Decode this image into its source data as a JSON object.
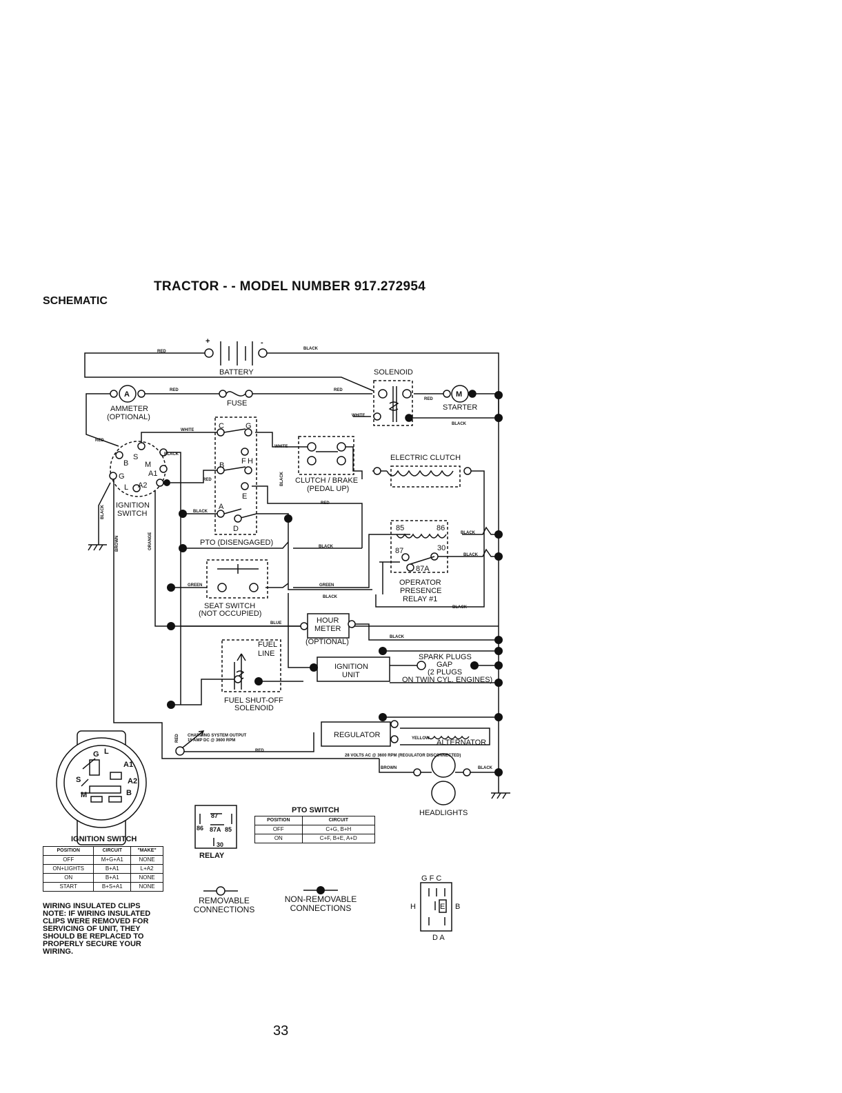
{
  "header": {
    "title": "TRACTOR - - MODEL NUMBER 917.272954",
    "subtitle": "SCHEMATIC"
  },
  "page_number": "33",
  "components": {
    "battery": "BATTERY",
    "battery_plus": "+",
    "battery_minus": "-",
    "solenoid": "SOLENOID",
    "ammeter": "AMMETER",
    "ammeter_opt": "(OPTIONAL)",
    "ammeter_symbol": "A",
    "fuse": "FUSE",
    "starter": "STARTER",
    "starter_symbol": "M",
    "ignition_switch": "IGNITION",
    "ignition_switch2": "SWITCH",
    "electric_clutch": "ELECTRIC CLUTCH",
    "clutch_brake": "CLUTCH / BRAKE",
    "clutch_brake2": "(PEDAL UP)",
    "pto": "PTO (DISENGAGED)",
    "relay": "OPERATOR",
    "relay2": "PRESENCE",
    "relay3": "RELAY #1",
    "seat_switch": "SEAT SWITCH",
    "seat_switch2": "(NOT OCCUPIED)",
    "hour_meter": "HOUR",
    "hour_meter2": "METER",
    "hour_meter_opt": "(OPTIONAL)",
    "fuel_line": "FUEL",
    "fuel_line2": "LINE",
    "fuel_solenoid": "FUEL SHUT-OFF",
    "fuel_solenoid2": "SOLENOID",
    "ignition_unit": "IGNITION",
    "ignition_unit2": "UNIT",
    "spark_plugs": "SPARK PLUGS",
    "spark_plugs2": "GAP",
    "spark_plugs3": "(2 PLUGS",
    "spark_plugs4": "ON TWIN CYL. ENGINES)",
    "regulator": "REGULATOR",
    "alternator": "ALTERNATOR",
    "headlights": "HEADLIGHTS",
    "charging_note": "CHARGING SYSTEM OUTPUT",
    "charging_note2": "15 AMP DC @ 3600 RPM",
    "alt_note": "28 VOLTS AC @ 3600 RPM (REGULATOR DISCONNECTED)"
  },
  "terminals": {
    "ign": [
      "S",
      "B",
      "M",
      "G",
      "A1",
      "L",
      "A2"
    ],
    "pto": [
      "C",
      "G",
      "F",
      "H",
      "B",
      "E",
      "A",
      "D"
    ],
    "relay": [
      "85",
      "86",
      "87",
      "30",
      "87A"
    ]
  },
  "wires": {
    "red": "RED",
    "black": "BLACK",
    "white": "WHITE",
    "green": "GREEN",
    "blue": "BLUE",
    "brown": "BROWN",
    "orange": "ORANGE",
    "yellow": "YELLOW"
  },
  "ignition_table": {
    "caption": "IGNITION SWITCH",
    "headers": [
      "POSITION",
      "CIRCUIT",
      "\"MAKE\""
    ],
    "rows": [
      [
        "OFF",
        "M+G+A1",
        "NONE"
      ],
      [
        "ON+LIGHTS",
        "B+A1",
        "L+A2"
      ],
      [
        "ON",
        "B+A1",
        "NONE"
      ],
      [
        "START",
        "B+S+A1",
        "NONE"
      ]
    ]
  },
  "pto_table": {
    "caption": "PTO SWITCH",
    "headers": [
      "POSITION",
      "CIRCUIT"
    ],
    "rows": [
      [
        "OFF",
        "C+G, B+H"
      ],
      [
        "ON",
        "C+F, B+E, A+D"
      ]
    ]
  },
  "relay_legend": {
    "label": "RELAY",
    "pins": [
      "87",
      "87A",
      "86",
      "85",
      "30"
    ]
  },
  "legend": {
    "removable": "REMOVABLE",
    "removable2": "CONNECTIONS",
    "nonremovable": "NON-REMOVABLE",
    "nonremovable2": "CONNECTIONS"
  },
  "switch_face": {
    "terminals": [
      "G",
      "A1",
      "A2",
      "S",
      "M",
      "B",
      "L"
    ]
  },
  "pto_face": {
    "top": "G F C",
    "left": "H",
    "center": "E",
    "right": "B",
    "bottom": "D A"
  },
  "note": {
    "heading": "WIRING INSULATED CLIPS",
    "text": "NOTE: IF WIRING INSULATED CLIPS WERE REMOVED FOR SERVICING OF UNIT, THEY SHOULD BE REPLACED TO PROPERLY SECURE YOUR WIRING."
  }
}
